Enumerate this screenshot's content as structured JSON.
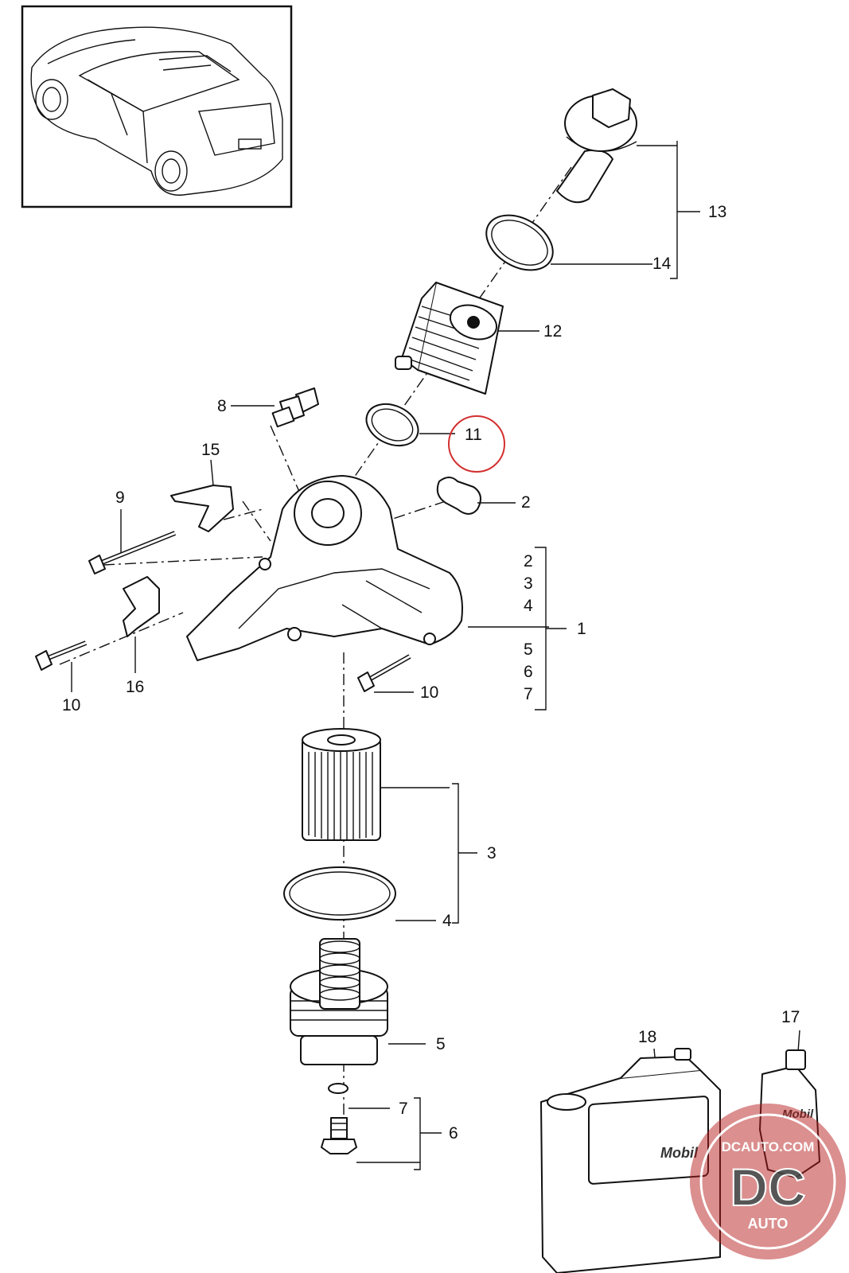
{
  "callouts": {
    "p1": "1",
    "p2a": "2",
    "p2": "2",
    "p3": "3",
    "p4": "4",
    "p5": "5",
    "p6": "6",
    "p7": "7",
    "p2b": "2",
    "p3b": "3",
    "p4b": "4",
    "p5b": "5",
    "p6b": "6",
    "p7b": "7",
    "p8": "8",
    "p9": "9",
    "p10a": "10",
    "p10b": "10",
    "p11": "11",
    "p12": "12",
    "p13": "13",
    "p14": "14",
    "p15": "15",
    "p16": "16",
    "p17": "17",
    "p18": "18"
  },
  "labels": {
    "jerrycan_brand": "Mobil",
    "bottle_brand": "Mobil",
    "watermark_site": "DCAUTO.COM",
    "watermark_logo": "DC",
    "watermark_sub": "AUTO"
  },
  "colors": {
    "highlight_circle": "#d32f2f",
    "watermark_red": "#b71c1c",
    "line": "#111111"
  }
}
